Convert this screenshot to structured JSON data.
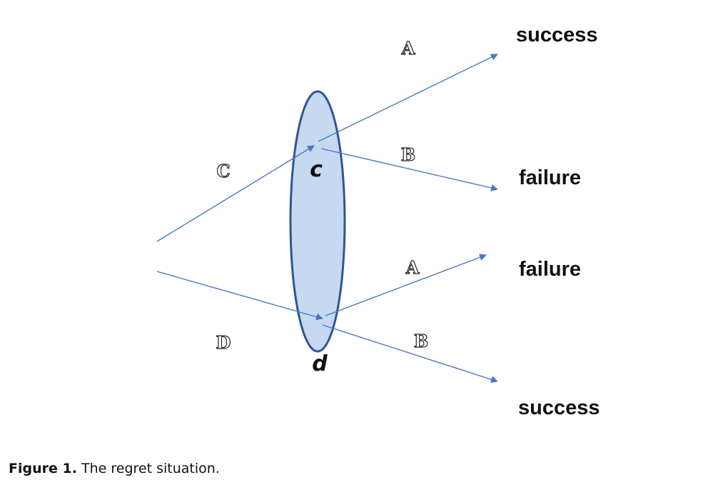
{
  "diagram": {
    "colors": {
      "arrow": "#4a78c2",
      "ellipse_fill": "#c6d9f1",
      "ellipse_stroke": "#2f5597"
    },
    "choices": {
      "upper": "C",
      "lower": "D"
    },
    "nodes": {
      "upper": "c",
      "lower": "d"
    },
    "branches": {
      "c": [
        {
          "action": "A",
          "outcome": "success"
        },
        {
          "action": "B",
          "outcome": "failure"
        }
      ],
      "d": [
        {
          "action": "A",
          "outcome": "failure"
        },
        {
          "action": "B",
          "outcome": "success"
        }
      ]
    }
  },
  "caption": {
    "label": "Figure 1.",
    "text": " The regret situation."
  }
}
